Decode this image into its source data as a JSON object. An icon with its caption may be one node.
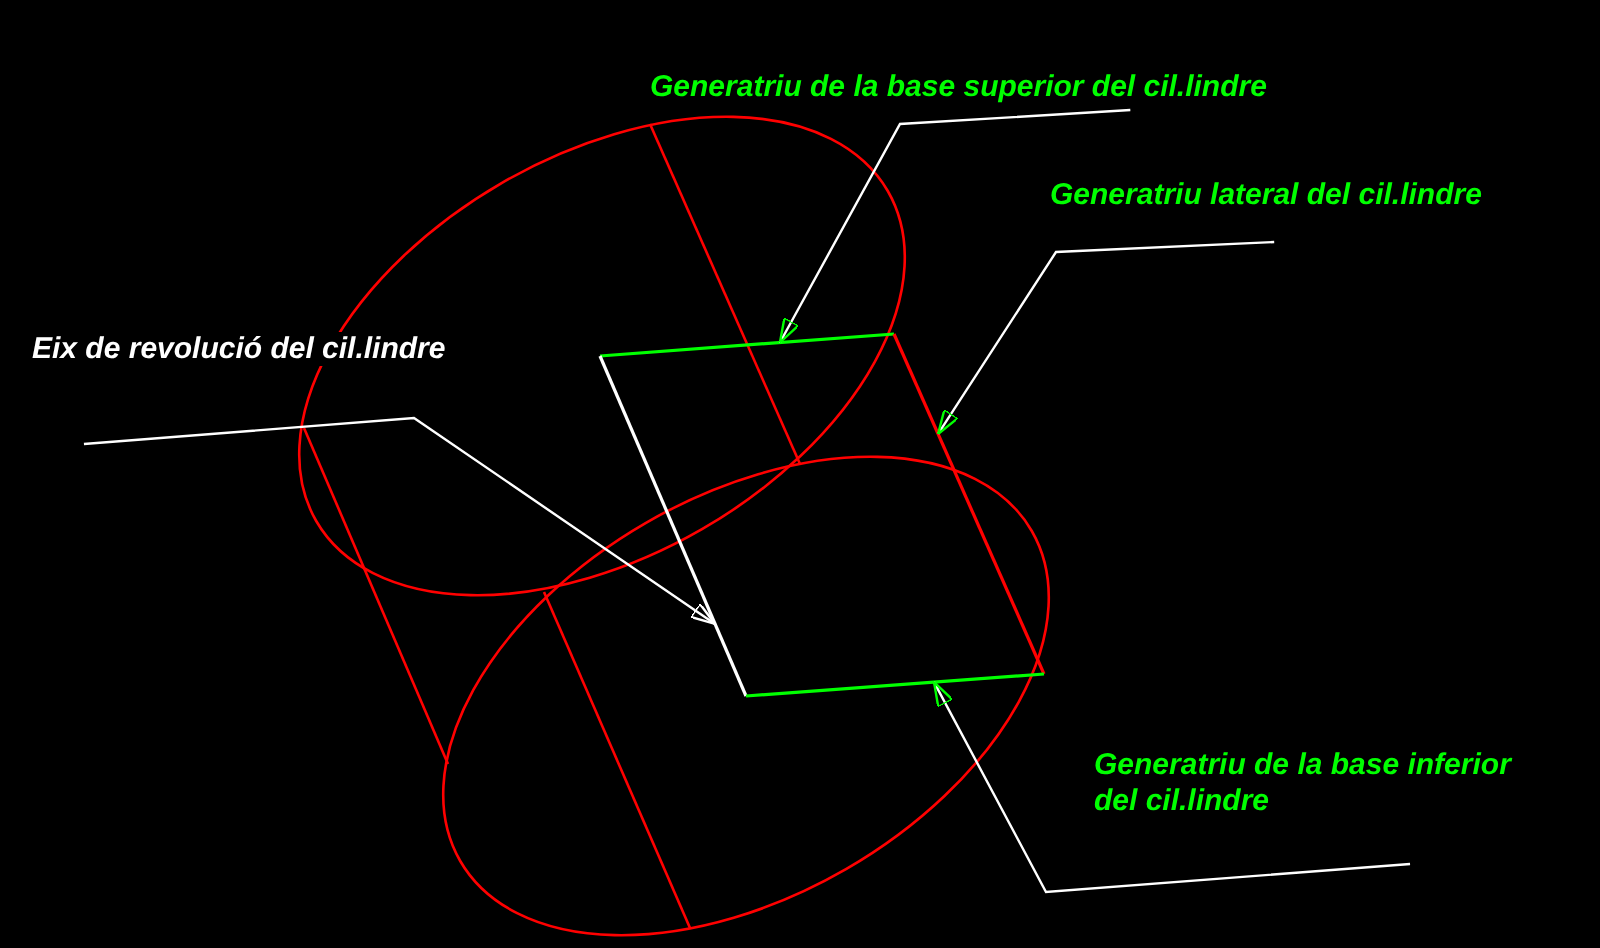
{
  "diagram": {
    "nodes": [
      {
        "text": [
          "Generatriu de la base superior del cil.lindre"
        ]
      },
      {
        "text": [
          "Generatriu lateral del cil.lindre"
        ]
      },
      {
        "text": [
          "Eix de revolució del cil.lindre"
        ]
      },
      {
        "text": [
          "Generatriu de la base inferior del cil.lindre"
        ]
      },
      {
        "text": [],
        "shape": "line"
      },
      {
        "text": [],
        "shape": "line"
      },
      {
        "text": [],
        "shape": "line"
      },
      {
        "text": [],
        "shape": "line"
      }
    ],
    "edges": [
      {
        "from": 0,
        "to": 4,
        "arrow": "to"
      },
      {
        "from": 1,
        "to": 5,
        "arrow": "to"
      },
      {
        "from": 2,
        "to": 6,
        "arrow": "to"
      },
      {
        "from": 3,
        "to": 7,
        "arrow": "to"
      }
    ]
  }
}
